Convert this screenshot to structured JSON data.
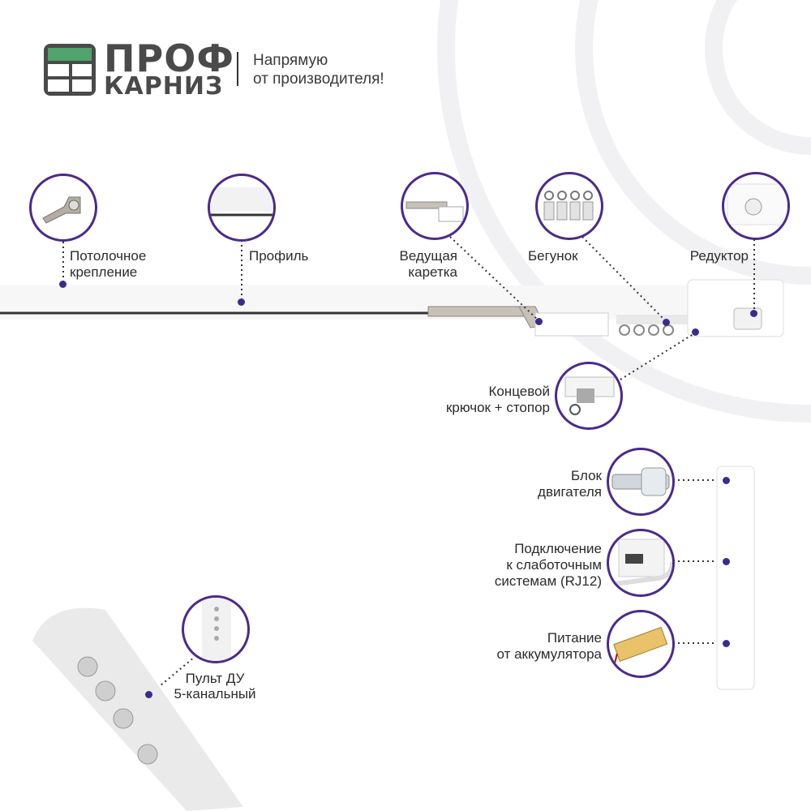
{
  "brand": {
    "top": "ПРОФ",
    "bottom": "КАРНИЗ",
    "accent_color": "#4fa36b",
    "frame_color": "#4a4a4a"
  },
  "tagline": {
    "line1": "Напрямую",
    "line2": "от производителя!"
  },
  "callouts": {
    "ceiling_mount": {
      "line1": "Потолочное",
      "line2": "крепление"
    },
    "profile": {
      "label": "Профиль"
    },
    "lead_carriage": {
      "line1": "Ведущая",
      "line2": "каретка"
    },
    "runner": {
      "label": "Бегунок"
    },
    "gearbox": {
      "label": "Редуктор"
    },
    "end_hook": {
      "line1": "Концевой",
      "line2": "крючок + стопор"
    },
    "motor_block": {
      "line1": "Блок",
      "line2": "двигателя"
    },
    "rj12": {
      "line1": "Подключение",
      "line2": "к слаботочным",
      "line3": "системам (RJ12)"
    },
    "battery": {
      "line1": "Питание",
      "line2": "от аккумулятора"
    },
    "remote": {
      "line1": "Пульт ДУ",
      "line2": "5-канальный"
    }
  },
  "colors": {
    "ring": "#4a2a8c",
    "dot": "#3d2a8c"
  }
}
